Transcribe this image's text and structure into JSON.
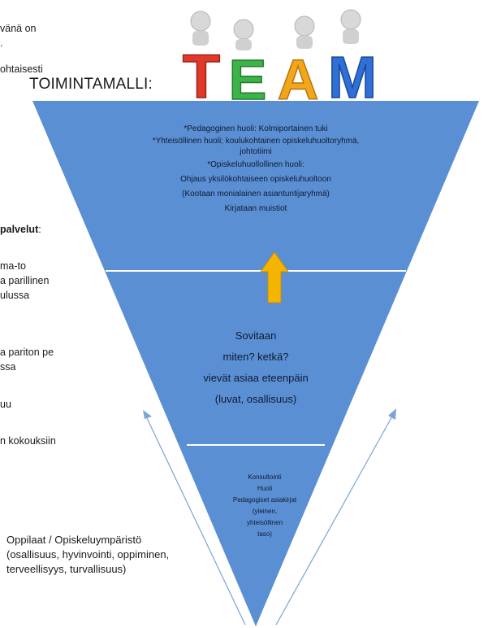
{
  "left_fragments": [
    {
      "text": "vänä on",
      "bold": false
    },
    {
      "text": ".",
      "bold": false
    },
    {
      "text": "ohtaisesti",
      "bold": false
    },
    {
      "text": "palvelut",
      "bold": true
    },
    {
      "text": ":",
      "bold": false
    },
    {
      "text": "ma-to",
      "bold": false
    },
    {
      "text": "a parillinen",
      "bold": false
    },
    {
      "text": "ulussa",
      "bold": false
    },
    {
      "text": "a pariton pe",
      "bold": false
    },
    {
      "text": "ssa",
      "bold": false
    },
    {
      "text": "uu",
      "bold": false
    },
    {
      "text": "n  kokouksiin",
      "bold": false
    }
  ],
  "title": "TOIMINTAMALLI:",
  "team_logo": {
    "letters": [
      "T",
      "E",
      "A",
      "M"
    ],
    "colors": [
      "#e0392b",
      "#3cb44a",
      "#f2a71b",
      "#2f6fd6"
    ]
  },
  "zone_top": [
    "*Pedagoginen huoli: Kolmiportainen tuki",
    "*Yhteisöllinen huoli; koulukohtainen opiskeluhuoltoryhmä,",
    "johtotiimi",
    "*Opiskeluhuollollinen huoli:",
    "Ohjaus yksilökohtaiseen opiskeluhuoltoon",
    "(Kootaan monialainen asiantuntijaryhmä)",
    "Kirjataan muistiot"
  ],
  "zone_middle": [
    "Sovitaan",
    "miten? ketkä?",
    "vievät asiaa eteenpäin",
    "(luvat, osallisuus)"
  ],
  "zone_bottom": [
    "Konsultointi",
    "Huoli",
    "Pedagogiset asiakirjat",
    "(yleinen,",
    "yhteisöllinen",
    "taso)"
  ],
  "bottom_text": [
    "Oppilaat / Opiskeluympäristö",
    "(osallisuus, hyvinvointi, oppiminen,",
    "terveellisyys, turvallisuus)"
  ],
  "colors": {
    "triangle": "#5b8fd4",
    "divider": "#ffffff",
    "up_arrow": "#f5b400",
    "side_arrows": "#7aa3d8"
  }
}
